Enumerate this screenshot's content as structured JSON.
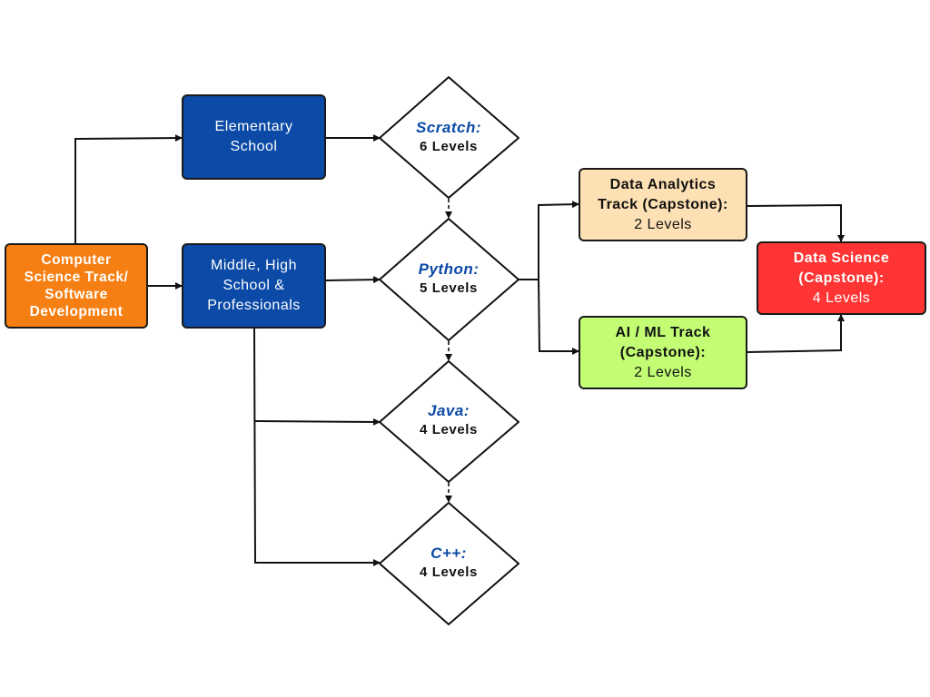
{
  "start": {
    "lines": [
      "Computer",
      "Science Track/",
      "Software",
      "Development"
    ],
    "color": "#f67f13"
  },
  "elementary": {
    "lines": [
      "Elementary",
      "School"
    ],
    "color": "#0b4aa6"
  },
  "middle": {
    "lines": [
      "Middle, High",
      "School &",
      "Professionals"
    ],
    "color": "#0b4aa6"
  },
  "languages": [
    {
      "name": "Scratch:",
      "levels": "6 Levels"
    },
    {
      "name": "Python:",
      "levels": "5 Levels"
    },
    {
      "name": "Java:",
      "levels": "4 Levels"
    },
    {
      "name": "C++:",
      "levels": "4 Levels"
    }
  ],
  "data_analytics": {
    "lines": [
      "Data Analytics",
      "Track (Capstone):"
    ],
    "levels": "2 Levels",
    "color": "#fde0b3"
  },
  "ai_ml": {
    "lines": [
      "AI / ML Track",
      "(Capstone):"
    ],
    "levels": "2 Levels",
    "color": "#c3fd74"
  },
  "data_science": {
    "lines": [
      "Data Science",
      "(Capstone):"
    ],
    "levels": "4 Levels",
    "color": "#ff3434"
  }
}
